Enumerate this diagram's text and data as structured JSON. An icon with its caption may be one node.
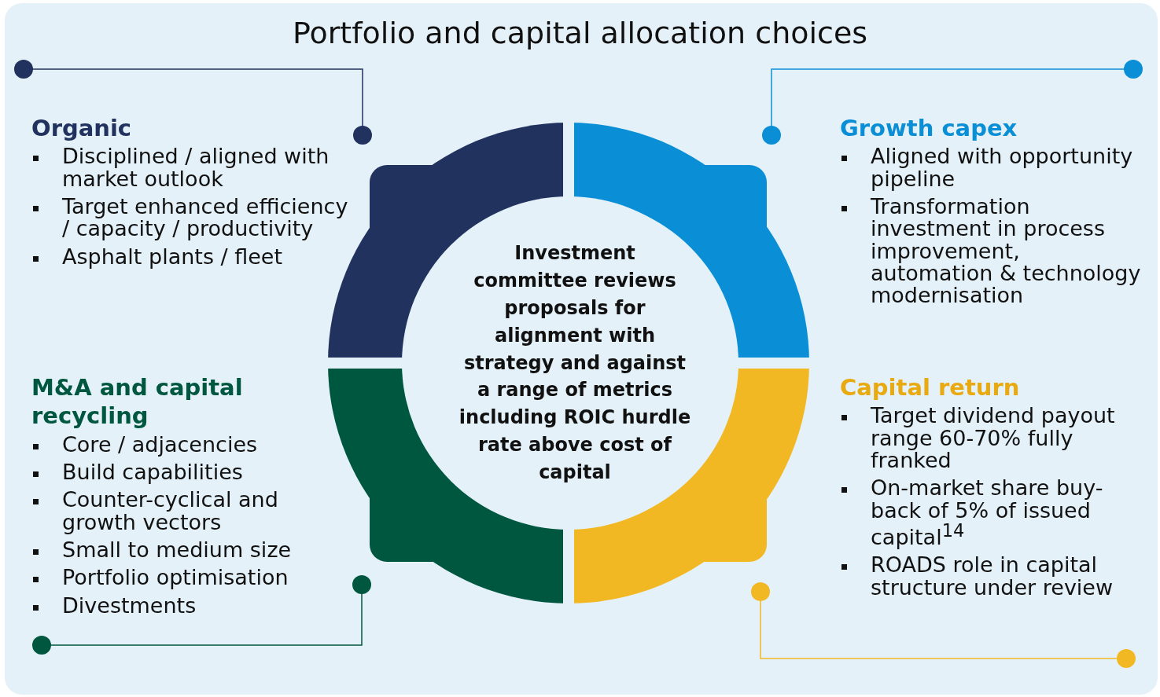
{
  "diagram": {
    "title": "Portfolio and capital allocation choices",
    "nodes": [
      {
        "text": [
          "Investment committee reviews proposals for alignment with strategy and against a range of metrics including ROIC hurdle rate above cost of capital"
        ]
      }
    ],
    "labels": [
      "Organic",
      "Disciplined / aligned with market outlook",
      "Target enhanced efficiency / capacity / productivity",
      "Asphalt plants / fleet",
      "Growth capex",
      "Aligned with opportunity pipeline",
      "Transformation investment in process improvement, automation & technology modernisation",
      "M&A and capital recycling",
      "Core / adjacencies",
      "Build capabilities",
      "Counter-cyclical and growth vectors",
      "Small to medium size",
      "Portfolio optimisation",
      "Divestments",
      "Capital return",
      "Target dividend payout range 60-70% fully franked",
      "On-market share buy-back of 5% of issued capital$^{14}$",
      "ROADS role in capital structure under review"
    ]
  }
}
